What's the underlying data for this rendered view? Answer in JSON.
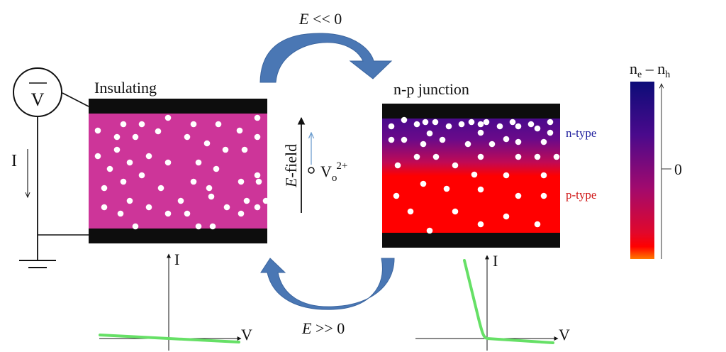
{
  "colors": {
    "magenta": "#cd3599",
    "electrode": "#0d0d0d",
    "arrow_blue": "#4a77b4",
    "arrow_blue_dark": "#3b659f",
    "iv_curve": "#66e066",
    "n_type_text": "#1c1c9c",
    "p_type_text": "#d01818",
    "field_small_arrow": "#6f9fd0",
    "colorbar_top": "#0c0c78",
    "colorbar_upper": "#4a0a8c",
    "colorbar_mid": "#a10a6e",
    "colorbar_lower": "#e0082c",
    "colorbar_red": "#ff0000",
    "colorbar_bottom": "#ff7a00"
  },
  "circuit": {
    "meter_symbol": "V",
    "current_label": "I"
  },
  "left_panel": {
    "title": "Insulating",
    "dots": [
      [
        138,
        184
      ],
      [
        174,
        175
      ],
      [
        200,
        175
      ],
      [
        237,
        166
      ],
      [
        165,
        193
      ],
      [
        191,
        193
      ],
      [
        223,
        185
      ],
      [
        138,
        220
      ],
      [
        165,
        211
      ],
      [
        210,
        220
      ],
      [
        155,
        238
      ],
      [
        183,
        229
      ],
      [
        237,
        229
      ],
      [
        147,
        265
      ],
      [
        174,
        256
      ],
      [
        200,
        247
      ],
      [
        227,
        265
      ],
      [
        147,
        292
      ],
      [
        183,
        283
      ],
      [
        210,
        292
      ],
      [
        237,
        301
      ],
      [
        170,
        301
      ],
      [
        191,
        319
      ],
      [
        273,
        175
      ],
      [
        308,
        175
      ],
      [
        338,
        184
      ],
      [
        363,
        166
      ],
      [
        264,
        193
      ],
      [
        292,
        202
      ],
      [
        318,
        211
      ],
      [
        363,
        193
      ],
      [
        280,
        229
      ],
      [
        305,
        238
      ],
      [
        345,
        211
      ],
      [
        273,
        256
      ],
      [
        295,
        265
      ],
      [
        340,
        256
      ],
      [
        363,
        247
      ],
      [
        255,
        283
      ],
      [
        264,
        301
      ],
      [
        298,
        277
      ],
      [
        320,
        292
      ],
      [
        348,
        283
      ],
      [
        375,
        283
      ],
      [
        280,
        319
      ],
      [
        340,
        301
      ],
      [
        363,
        292
      ],
      [
        300,
        319
      ],
      [
        365,
        256
      ]
    ]
  },
  "middle": {
    "top_condition": "E << 0",
    "bottom_condition": "E >> 0",
    "field_label": "E-field",
    "vacancy_label": "V",
    "vacancy_sub": "o",
    "vacancy_sup": "2+"
  },
  "right_panel": {
    "title": "n-p junction",
    "n_label": "n-type",
    "p_label": "p-type",
    "dots": [
      [
        552,
        178
      ],
      [
        570,
        169
      ],
      [
        588,
        175
      ],
      [
        600,
        172
      ],
      [
        614,
        172
      ],
      [
        633,
        178
      ],
      [
        651,
        175
      ],
      [
        665,
        172
      ],
      [
        678,
        175
      ],
      [
        686,
        172
      ],
      [
        705,
        178
      ],
      [
        723,
        172
      ],
      [
        731,
        178
      ],
      [
        749,
        175
      ],
      [
        758,
        181
      ],
      [
        776,
        172
      ],
      [
        606,
        188
      ],
      [
        678,
        187
      ],
      [
        776,
        187
      ],
      [
        552,
        197
      ],
      [
        570,
        197
      ],
      [
        597,
        203
      ],
      [
        624,
        197
      ],
      [
        660,
        203
      ],
      [
        694,
        203
      ],
      [
        714,
        196
      ],
      [
        731,
        200
      ],
      [
        767,
        200
      ],
      [
        588,
        221
      ],
      [
        615,
        221
      ],
      [
        678,
        221
      ],
      [
        731,
        221
      ],
      [
        758,
        221
      ],
      [
        785,
        221
      ],
      [
        561,
        233
      ],
      [
        642,
        233
      ],
      [
        669,
        246
      ],
      [
        714,
        247
      ],
      [
        767,
        247
      ],
      [
        597,
        259
      ],
      [
        630,
        266
      ],
      [
        678,
        267
      ],
      [
        559,
        276
      ],
      [
        731,
        276
      ],
      [
        767,
        276
      ],
      [
        579,
        298
      ],
      [
        642,
        298
      ],
      [
        714,
        305
      ],
      [
        678,
        316
      ],
      [
        758,
        316
      ],
      [
        606,
        325
      ]
    ]
  },
  "colorbar": {
    "title_main_1": "n",
    "title_sub_1": "e",
    "title_minus": " – ",
    "title_main_2": "n",
    "title_sub_2": "h",
    "zero_label": "0"
  },
  "chart_data": [
    {
      "type": "line",
      "title": "I-V curve (insulating state)",
      "xlabel": "V",
      "ylabel": "I",
      "x": [
        -1.0,
        0.0,
        1.0
      ],
      "y": [
        0.05,
        0.0,
        -0.05
      ],
      "note": "nearly flat, slightly negative slope through origin"
    },
    {
      "type": "line",
      "title": "I-V curve (n-p junction state)",
      "xlabel": "V",
      "ylabel": "I",
      "x": [
        -0.3,
        -0.2,
        -0.1,
        0.0,
        0.5,
        1.0
      ],
      "y": [
        1.0,
        0.7,
        0.35,
        0.0,
        -0.02,
        -0.05
      ],
      "note": "diode-like: steep current for negative V, near-zero for positive V"
    }
  ]
}
